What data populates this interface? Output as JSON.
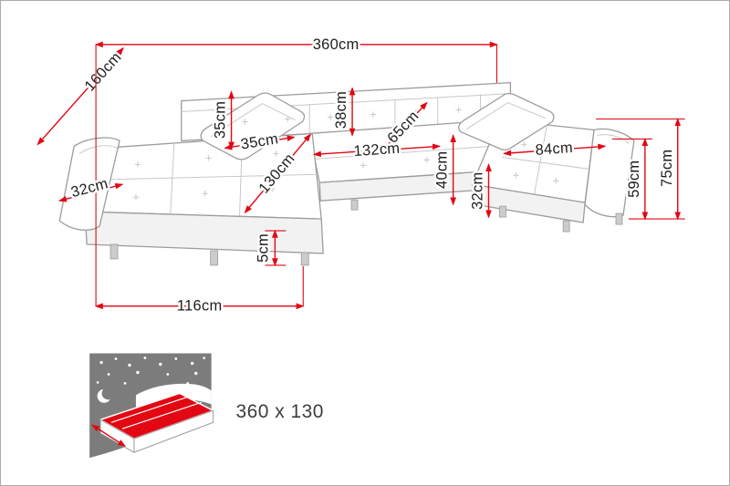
{
  "dims": {
    "total_width": "360cm",
    "side_depth": "160cm",
    "pillow_height": "35cm",
    "pillow_width": "35cm",
    "backrest_height": "38cm",
    "seat_depth": "65cm",
    "center_seat_width": "132cm",
    "chaise_length": "130cm",
    "right_seat_width": "84cm",
    "inner_seat_height": "40cm",
    "left_arm_width": "32cm",
    "right_arm_width": "32cm",
    "total_height": "75cm",
    "arm_height": "59cm",
    "front_left_width": "116cm",
    "leg_height": "5cm"
  },
  "bed": {
    "sleeping_area": "360 x 130"
  },
  "colors": {
    "dim_red": "#e30613",
    "text_color": "#1d1d1b",
    "art_outline": "#9c9c9c",
    "art_seam": "#c8c8c8",
    "bed_panel_gray": "#7c7c7c",
    "bed_red": "#e30613"
  }
}
